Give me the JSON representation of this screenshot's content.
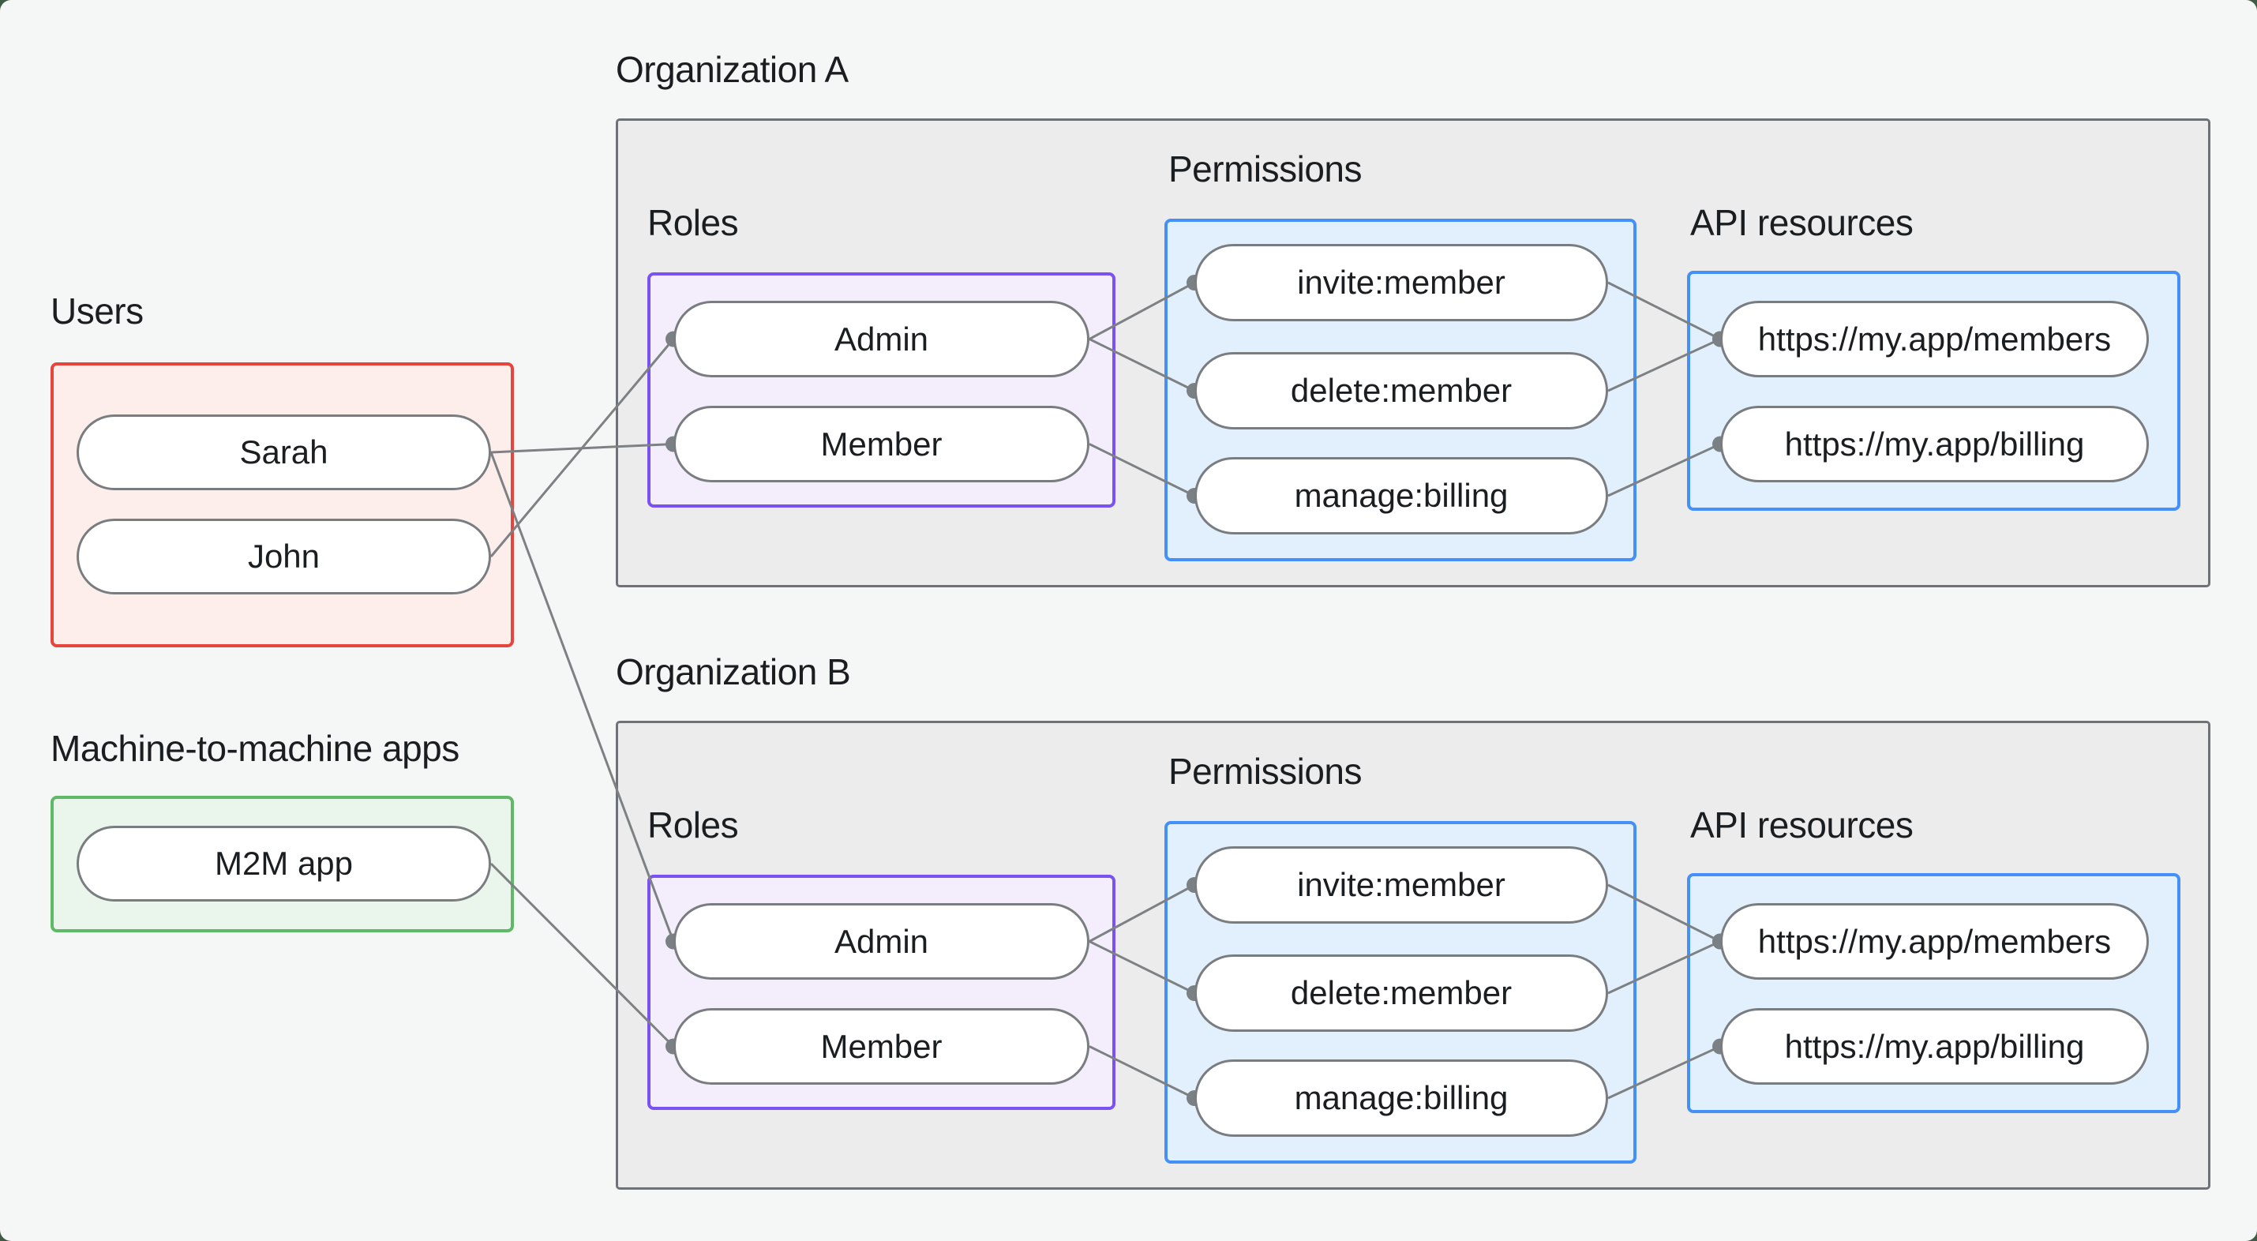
{
  "left_column": {
    "users_label": "Users",
    "users": [
      "Sarah",
      "John"
    ],
    "m2m_label": "Machine-to-machine apps",
    "m2m_apps": [
      "M2M app"
    ]
  },
  "orgs": [
    {
      "title": "Organization A",
      "roles_label": "Roles",
      "roles": [
        "Admin",
        "Member"
      ],
      "permissions_label": "Permissions",
      "permissions": [
        "invite:member",
        "delete:member",
        "manage:billing"
      ],
      "api_label": "API resources",
      "api_resources": [
        "https://my.app/members",
        "https://my.app/billing"
      ]
    },
    {
      "title": "Organization B",
      "roles_label": "Roles",
      "roles": [
        "Admin",
        "Member"
      ],
      "permissions_label": "Permissions",
      "permissions": [
        "invite:member",
        "delete:member",
        "manage:billing"
      ],
      "api_label": "API resources",
      "api_resources": [
        "https://my.app/members",
        "https://my.app/billing"
      ]
    }
  ],
  "edges": [
    {
      "from": "sarah",
      "to": "member-a"
    },
    {
      "from": "sarah",
      "to": "admin-b"
    },
    {
      "from": "john",
      "to": "admin-a"
    },
    {
      "from": "m2m",
      "to": "member-b"
    },
    {
      "from": "admin-a",
      "to": "invite-a"
    },
    {
      "from": "admin-a",
      "to": "delete-a"
    },
    {
      "from": "member-a",
      "to": "manage-a"
    },
    {
      "from": "invite-a",
      "to": "members-a"
    },
    {
      "from": "delete-a",
      "to": "members-a"
    },
    {
      "from": "manage-a",
      "to": "billing-a"
    },
    {
      "from": "admin-b",
      "to": "invite-b"
    },
    {
      "from": "admin-b",
      "to": "delete-b"
    },
    {
      "from": "member-b",
      "to": "manage-b"
    },
    {
      "from": "invite-b",
      "to": "members-b"
    },
    {
      "from": "delete-b",
      "to": "members-b"
    },
    {
      "from": "manage-b",
      "to": "billing-b"
    }
  ],
  "colors": {
    "page_bg": "#f5f7f6",
    "outer_bg": "#3f5a45",
    "org_fill": "#ececec",
    "org_border": "#6e7276",
    "users_fill": "#fdeeec",
    "users_border": "#e5453c",
    "m2m_fill": "#eaf5eb",
    "m2m_border": "#60b966",
    "roles_fill": "#f4eefc",
    "roles_border": "#7a52f2",
    "blue_fill": "#e2effc",
    "blue_border": "#4590f6",
    "pill_fill": "#ffffff",
    "pill_border": "#797d80",
    "edge": "#7d8183",
    "dot": "#7b8084",
    "text": "#1b1e20"
  }
}
